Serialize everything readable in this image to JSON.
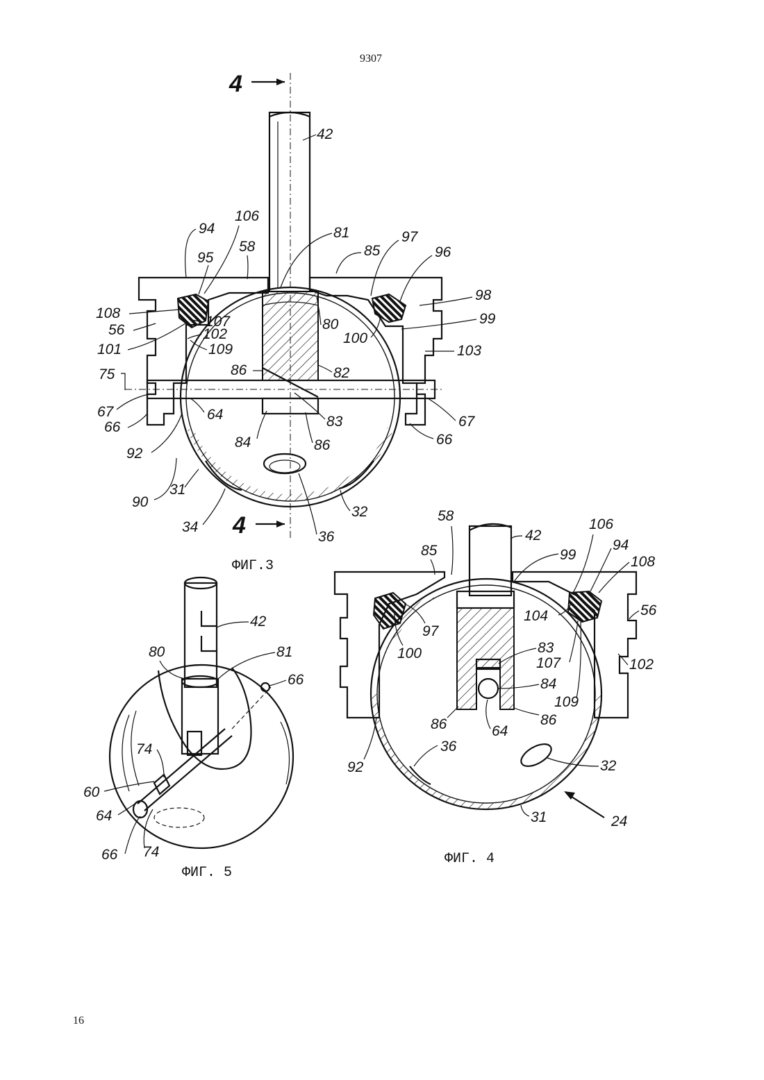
{
  "header": {
    "doc_number": "9307"
  },
  "footer": {
    "page_number": "16"
  },
  "figures": {
    "fig3": {
      "caption": "ФИГ.3",
      "section_mark": "4",
      "labels": {
        "l42": "42",
        "l94": "94",
        "l106": "106",
        "l81": "81",
        "l85": "85",
        "l97": "97",
        "l96": "96",
        "l95": "95",
        "l58": "58",
        "l98": "98",
        "l108": "108",
        "l107": "107",
        "l80": "80",
        "l99": "99",
        "l56": "56",
        "l102": "102",
        "l100": "100",
        "l101": "101",
        "l109": "109",
        "l103": "103",
        "l86a": "86",
        "l82": "82",
        "l75": "75",
        "l67a": "67",
        "l64": "64",
        "l83": "83",
        "l67b": "67",
        "l66a": "66",
        "l84": "84",
        "l86b": "86",
        "l66b": "66",
        "l92": "92",
        "l90": "90",
        "l31": "31",
        "l32": "32",
        "l34": "34",
        "l36": "36"
      }
    },
    "fig4": {
      "caption": "ФИГ. 4",
      "labels": {
        "l58": "58",
        "l42": "42",
        "l106": "106",
        "l85": "85",
        "l99": "99",
        "l94": "94",
        "l108": "108",
        "l97": "97",
        "l104": "104",
        "l56": "56",
        "l100": "100",
        "l83": "83",
        "l107": "107",
        "l102": "102",
        "l84": "84",
        "l109": "109",
        "l86a": "86",
        "l86b": "86",
        "l64": "64",
        "l36": "36",
        "l92": "92",
        "l32": "32",
        "l31": "31",
        "l24": "24"
      }
    },
    "fig5": {
      "caption": "ФИГ. 5",
      "labels": {
        "l42": "42",
        "l80": "80",
        "l81": "81",
        "l66a": "66",
        "l74a": "74",
        "l60": "60",
        "l64": "64",
        "l66b": "66",
        "l74b": "74"
      }
    }
  }
}
